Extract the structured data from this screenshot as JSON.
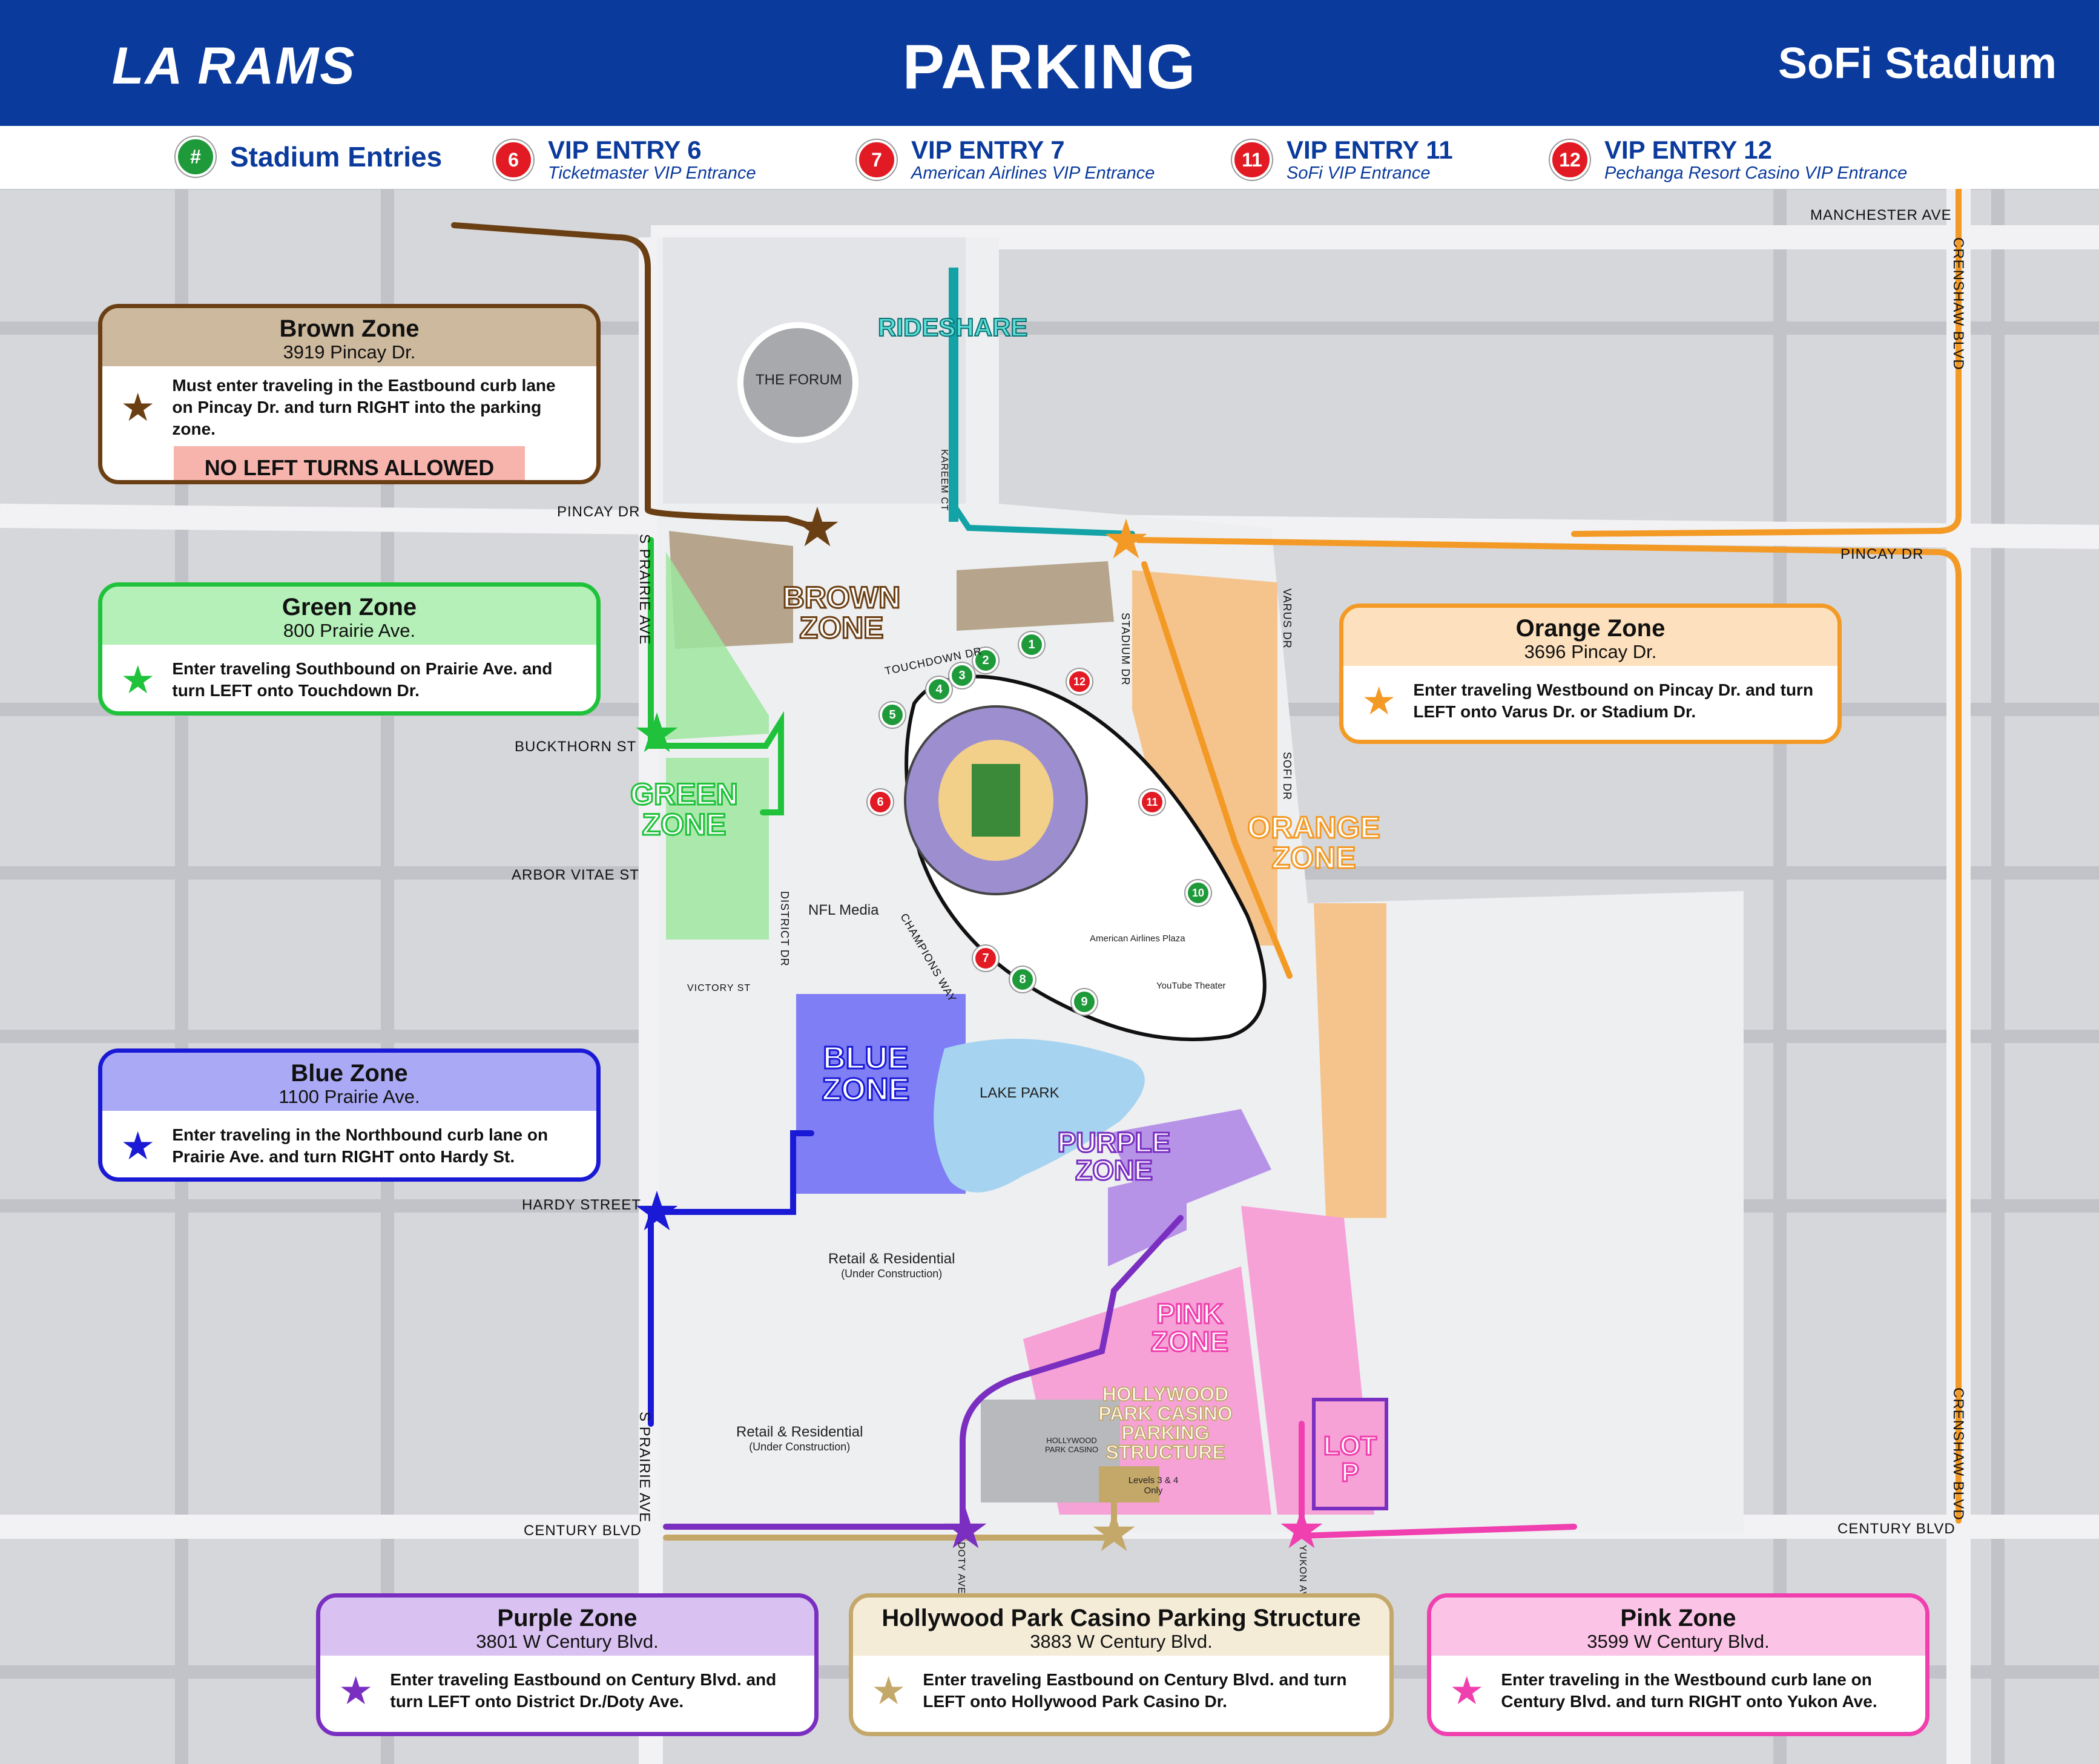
{
  "header": {
    "logo_text": "LA RAMS",
    "title": "PARKING",
    "sofi_logo": "SoFi Stadium"
  },
  "legend": {
    "stadium_entries": {
      "badge": "#",
      "label": "Stadium Entries"
    },
    "vip": [
      {
        "num": "6",
        "title": "VIP ENTRY 6",
        "sub": "Ticketmaster VIP Entrance"
      },
      {
        "num": "7",
        "title": "VIP ENTRY 7",
        "sub": "American Airlines VIP Entrance"
      },
      {
        "num": "11",
        "title": "VIP ENTRY 11",
        "sub": "SoFi VIP Entrance"
      },
      {
        "num": "12",
        "title": "VIP ENTRY 12",
        "sub": "Pechanga Resort Casino VIP Entrance"
      }
    ]
  },
  "zones": {
    "brown": {
      "title": "Brown Zone",
      "address": "3919 Pincay Dr.",
      "text": "Must enter traveling in the Eastbound curb lane on Pincay Dr. and turn RIGHT into the parking zone.",
      "warning": "NO LEFT TURNS ALLOWED",
      "map_label": "BROWN ZONE",
      "color": "#6b3f14"
    },
    "green": {
      "title": "Green Zone",
      "address": "800 Prairie Ave.",
      "text": "Enter traveling Southbound on Prairie Ave. and turn LEFT onto Touchdown Dr.",
      "map_label": "GREEN ZONE",
      "color": "#1fc23a"
    },
    "blue": {
      "title": "Blue Zone",
      "address": "1100 Prairie Ave.",
      "text": "Enter traveling in the Northbound curb lane on Prairie Ave. and turn RIGHT onto Hardy St.",
      "map_label": "BLUE ZONE",
      "color": "#1a1ad6"
    },
    "orange": {
      "title": "Orange Zone",
      "address": "3696 Pincay Dr.",
      "text": "Enter traveling Westbound on Pincay Dr. and turn LEFT onto Varus Dr. or Stadium Dr.",
      "map_label": "ORANGE ZONE",
      "color": "#f39a26"
    },
    "purple": {
      "title": "Purple Zone",
      "address": "3801 W Century Blvd.",
      "text": "Enter traveling Eastbound on Century Blvd. and turn LEFT onto District Dr./Doty Ave.",
      "map_label": "PURPLE ZONE",
      "color": "#7a2fc0"
    },
    "casino": {
      "title": "Hollywood Park Casino Parking Structure",
      "address": "3883 W Century Blvd.",
      "text": "Enter traveling Eastbound on Century Blvd. and turn LEFT onto Hollywood Park Casino Dr.",
      "map_label": "HOLLYWOOD PARK CASINO PARKING STRUCTURE",
      "levels": "Levels 3 & 4 Only",
      "color": "#c4a86a"
    },
    "pink": {
      "title": "Pink Zone",
      "address": "3599 W Century Blvd.",
      "text": "Enter traveling in the Westbound curb lane on Century Blvd. and turn RIGHT onto Yukon Ave.",
      "map_label": "PINK ZONE",
      "color": "#f03fae"
    },
    "lotp": {
      "map_label": "LOT P"
    }
  },
  "streets": {
    "manchester": "MANCHESTER AVE",
    "pincay_w": "PINCAY DR",
    "pincay_e": "PINCAY DR",
    "crenshaw_n": "CRENSHAW BLVD",
    "crenshaw_s": "CRENSHAW BLVD",
    "prairie_n": "S PRAIRIE AVE",
    "prairie_s": "S PRAIRIE AVE",
    "buckthorn": "BUCKTHORN ST",
    "arbor": "ARBOR VITAE ST",
    "hardy": "HARDY STREET",
    "century_w": "CENTURY BLVD",
    "century_e": "CENTURY BLVD",
    "touchdown": "TOUCHDOWN DR",
    "stadium_dr": "STADIUM DR",
    "varus": "VARUS DR",
    "sofi_dr": "SOFI DR",
    "district": "DISTRICT DR",
    "champions": "CHAMPIONS WAY",
    "victory": "VICTORY ST",
    "kareem": "KAREEM CT",
    "doty": "DOTY AVE",
    "yukon": "YUKON AVE"
  },
  "places": {
    "forum": "THE FORUM",
    "rideshare": "RIDESHARE",
    "nfl_media": "NFL Media",
    "lake_park": "LAKE PARK",
    "aa_plaza": "American Airlines Plaza",
    "youtube": "YouTube Theater",
    "retail1": "Retail & Residential",
    "retail1_sub": "(Under Construction)",
    "retail2": "Retail & Residential",
    "retail2_sub": "(Under Construction)",
    "casino_bldg": "HOLLYWOOD PARK CASINO"
  },
  "entries": [
    {
      "n": "1"
    },
    {
      "n": "2"
    },
    {
      "n": "3"
    },
    {
      "n": "4"
    },
    {
      "n": "5"
    },
    {
      "n": "6"
    },
    {
      "n": "7"
    },
    {
      "n": "8"
    },
    {
      "n": "9"
    },
    {
      "n": "10"
    },
    {
      "n": "11"
    },
    {
      "n": "12"
    }
  ]
}
